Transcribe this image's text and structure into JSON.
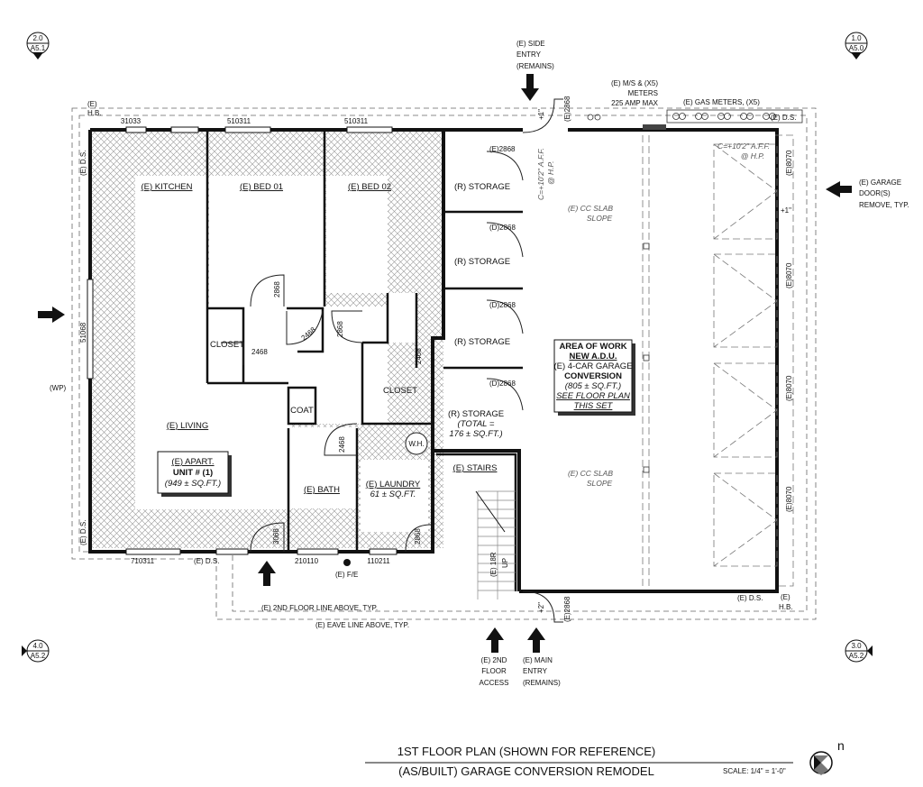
{
  "rooms": {
    "kitchen": "(E) KITCHEN",
    "bed01": "(E) BED 01",
    "bed02": "(E) BED 02",
    "closet1": "CLOSET",
    "closet2": "CLOSET",
    "coat": "COAT",
    "living": "(E) LIVING",
    "bath": "(E) BATH",
    "laundry": "(E) LAUNDRY",
    "laundry_area": "61 ± SQ.FT.",
    "stairs": "(E) STAIRS",
    "storage": "(R) STORAGE",
    "storage_total_1": "(TOTAL =",
    "storage_total_2": "176 ± SQ.FT.)",
    "wh": "W.H."
  },
  "unit_box": {
    "line1": "(E) APART.",
    "line2": "UNIT # (1)",
    "line3": "(949 ± SQ.FT.)"
  },
  "work_box": {
    "line1": "AREA OF WORK",
    "line2": "NEW A.D.U.",
    "line3": "(E) 4-CAR GARAGE",
    "line4": "CONVERSION",
    "line5": "(805 ± SQ.FT.)",
    "line6": "SEE FLOOR PLAN",
    "line7": "THIS SET"
  },
  "doors": {
    "d2868": "2868",
    "d2468": "2468",
    "d3068": "3068",
    "e2868": "(E)2868",
    "dd2868": "(D)2868",
    "e8070": "(E)8070",
    "w51068": "51068",
    "w31033": "31033",
    "w510311": "510311",
    "w710311": "710311",
    "w210110": "210110",
    "w110211": "110211"
  },
  "notes": {
    "side_entry_1": "(E) SIDE",
    "side_entry_2": "ENTRY",
    "side_entry_3": "(REMAINS)",
    "meters_1": "(E) M/S & (X5)",
    "meters_2": "METERS",
    "meters_3": "225 AMP MAX",
    "gas_meters": "(E) GAS METERS, (X5)",
    "ds": "(E) D.S.",
    "hb_1": "(E)",
    "hb_2": "H.B.",
    "garage_doors_1": "(E) GARAGE",
    "garage_doors_2": "DOOR(S)",
    "garage_doors_3": "REMOVE, TYP.",
    "wp": "(WP)",
    "ceiling_1": "C=+10'2\" A.F.F.",
    "ceiling_2": "@ H.P.",
    "slab_1": "(E) CC SLAB",
    "slab_2": "SLOPE",
    "plus1": "+1\"",
    "plus2": "+2\"",
    "fe": "(E) F/E",
    "second_floor_line": "(E) 2ND FLOOR LINE ABOVE, TYP.",
    "eave_line": "(E) EAVE LINE ABOVE, TYP.",
    "access_1": "(E) 2ND",
    "access_2": "FLOOR",
    "access_3": "ACCESS",
    "main_entry_1": "(E) MAIN",
    "main_entry_2": "ENTRY",
    "main_entry_3": "(REMAINS)",
    "stairs_18r": "(E) 18R",
    "stairs_up": "UP"
  },
  "section_marks": {
    "tl_top": "2.0",
    "tl_bot": "A5.1",
    "tr_top": "1.0",
    "tr_bot": "A5.0",
    "bl_top": "4.0",
    "bl_bot": "A5.2",
    "br_top": "3.0",
    "br_bot": "A5.2"
  },
  "title": {
    "line1": "1ST FLOOR PLAN (SHOWN FOR REFERENCE)",
    "line2": "(AS/BUILT) GARAGE CONVERSION REMODEL",
    "scale": "SCALE: 1/4\" = 1'-0\"",
    "north": "n"
  }
}
